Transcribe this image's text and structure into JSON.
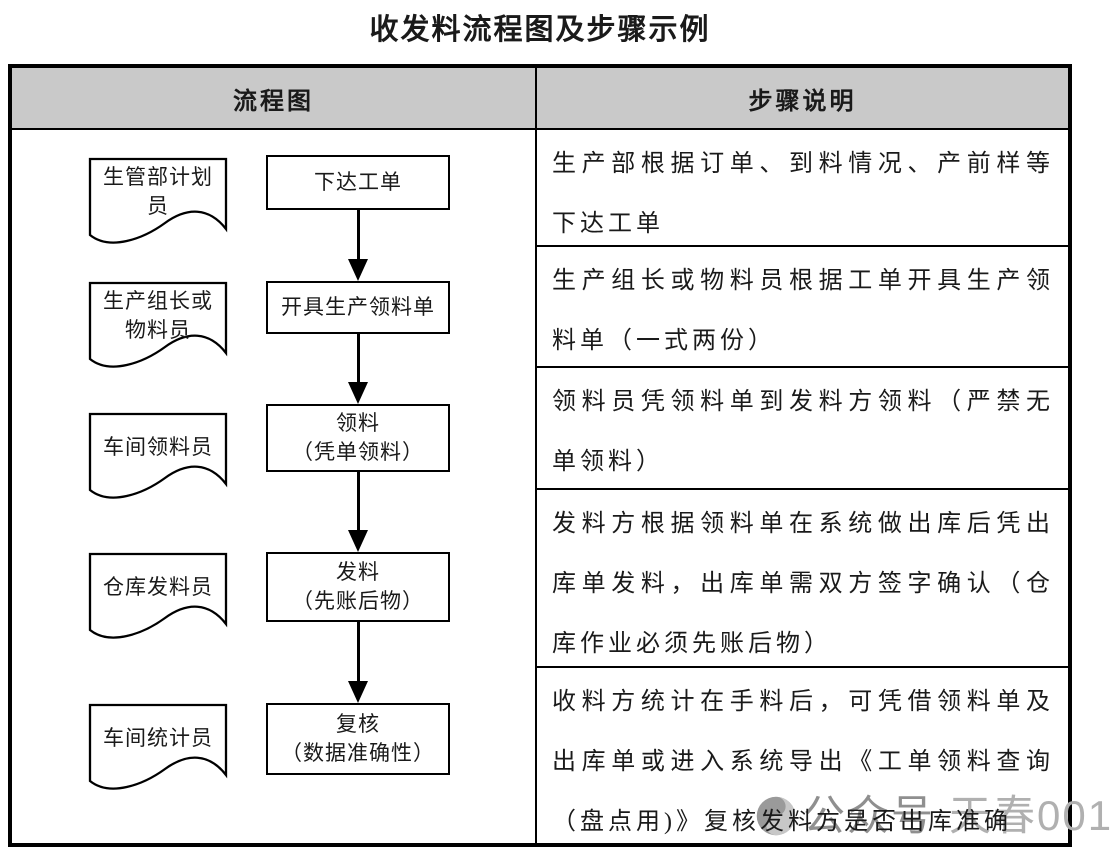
{
  "page": {
    "title": "收发料流程图及步骤示例"
  },
  "table": {
    "headers": {
      "flowchart": "流程图",
      "steps": "步骤说明"
    }
  },
  "flowchart": {
    "roles": [
      {
        "label": "生管部计划员"
      },
      {
        "label": "生产组长或物料员"
      },
      {
        "label": "车间领料员"
      },
      {
        "label": "仓库发料员"
      },
      {
        "label": "车间统计员"
      }
    ],
    "steps": [
      {
        "line1": "下达工单",
        "line2": ""
      },
      {
        "line1": "开具生产领料单",
        "line2": ""
      },
      {
        "line1": "领料",
        "line2": "（凭单领料）"
      },
      {
        "line1": "发料",
        "line2": "（先账后物）"
      },
      {
        "line1": "复核",
        "line2": "（数据准确性）"
      }
    ]
  },
  "steps": {
    "rows": [
      "生产部根据订单、到料情况、产前样等下达工单",
      "生产组长或物料员根据工单开具生产领料单（一式两份）",
      "领料员凭领料单到发料方领料（严禁无单领料）",
      "发料方根据领料单在系统做出库后凭出库单发料，出库单需双方签字确认（仓库作业必须先账后物）",
      "收料方统计在手料后，可凭借领料单及出库单或进入系统导出《工单领料查询（盘点用)》复核发料方是否出库准确"
    ]
  },
  "watermark": {
    "label": "公众号",
    "account": "天春001",
    "logo_icon": "yinyang-circle-icon"
  },
  "colors": {
    "header_bg": "#c9c9c9",
    "border": "#000000",
    "text": "#1a1a1a",
    "watermark_dark": "#8f8f8f",
    "watermark_light": "#b0b0b0"
  }
}
